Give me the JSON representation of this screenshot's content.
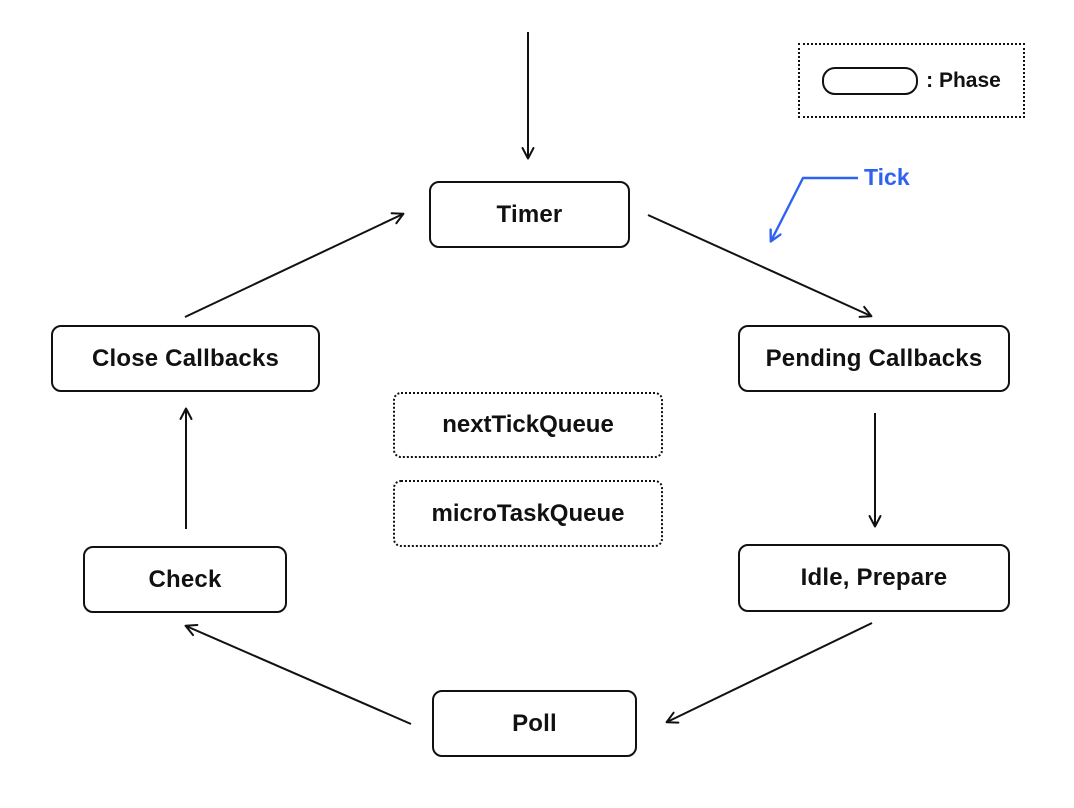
{
  "diagram": {
    "type": "flowchart-cycle",
    "subject": "event-loop-phases"
  },
  "legend": {
    "label": ": Phase",
    "symbol": "rounded-rect-outline"
  },
  "tick": {
    "label": "Tick",
    "color": "#2e63f2"
  },
  "phases": [
    {
      "id": "timer",
      "label": "Timer"
    },
    {
      "id": "pending-callbacks",
      "label": "Pending Callbacks"
    },
    {
      "id": "idle-prepare",
      "label": "Idle, Prepare"
    },
    {
      "id": "poll",
      "label": "Poll"
    },
    {
      "id": "check",
      "label": "Check"
    },
    {
      "id": "close-callbacks",
      "label": "Close Callbacks"
    }
  ],
  "queues": [
    {
      "id": "next-tick-queue",
      "label": "nextTickQueue"
    },
    {
      "id": "micro-task-queue",
      "label": "microTaskQueue"
    }
  ],
  "flow": [
    {
      "from": "entry",
      "to": "Timer"
    },
    {
      "from": "Timer",
      "to": "Pending Callbacks",
      "annotation": "Tick"
    },
    {
      "from": "Pending Callbacks",
      "to": "Idle, Prepare"
    },
    {
      "from": "Idle, Prepare",
      "to": "Poll"
    },
    {
      "from": "Poll",
      "to": "Check"
    },
    {
      "from": "Check",
      "to": "Close Callbacks"
    },
    {
      "from": "Close Callbacks",
      "to": "Timer"
    }
  ],
  "colors": {
    "background": "#ffffff",
    "stroke": "#111111",
    "accent_blue": "#2e63f2"
  }
}
